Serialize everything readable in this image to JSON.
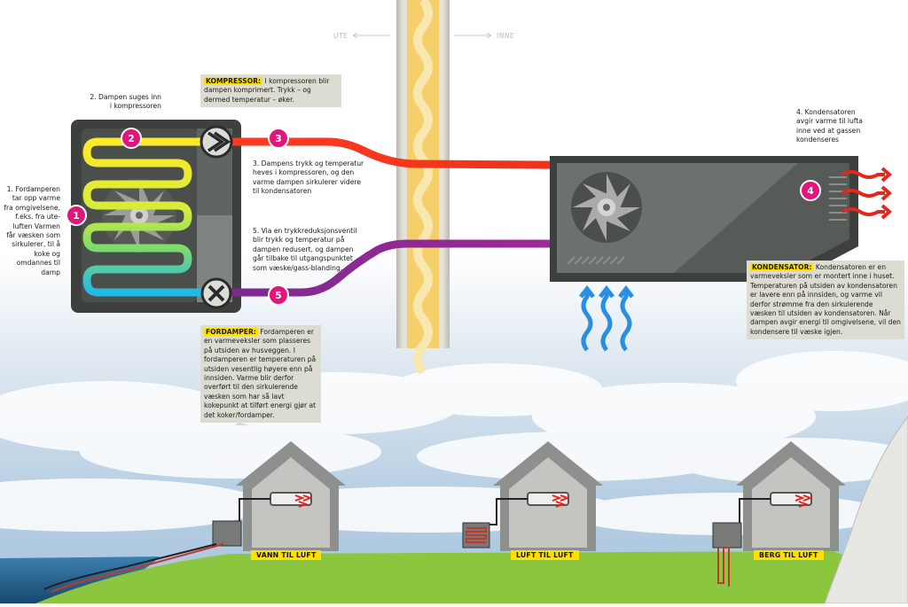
{
  "header": {
    "ute_label": "UTE",
    "inne_label": "INNE"
  },
  "steps": {
    "s1": "1. Fordamperen tar opp varme fra omgivelsene, f.eks. fra ute-luften Varmen får væsken som sirkulerer, til å koke og omdannes til damp",
    "s2": "2. Dampen suges inn i kompressoren",
    "s3": "3. Dampens trykk og temperatur heves i kompressoren, og den varme dampen sirkulerer videre til kondensatoren",
    "s4": "4. Kondensatoren avgir varme til lufta inne ved at gassen kondenseres",
    "s5": "5. Via en trykkreduksjonsventil blir trykk og temperatur på dampen redusert, og dampen går tilbake til utgangspunktet som væske/gass-blanding."
  },
  "notes": {
    "kompressor": {
      "title": "KOMPRESSOR:",
      "text": " I kompressoren blir dampen komprimert. Trykk – og dermed temperatur – øker."
    },
    "fordamper": {
      "title": "FORDAMPER:",
      "text": " Fordamperen er en varmeveksler som plasseres på utsiden av husveggen. I fordamperen er temperaturen på utsiden vesentlig høyere enn på innsiden. Varme blir derfor overført til den sirkulerende væsken som har så lavt kokepunkt at tilført energi gjør at det koker/fordamper."
    },
    "kondensator": {
      "title": "KONDENSATOR:",
      "text": " Kondensatoren er en varmeveksler som er montert inne i huset. Temperaturen på utsiden av kondensatoren er lavere enn på innsiden, og varme vil derfor strømme fra den sirkulerende væsken til utsiden av kondensatoren. Når dampen avgir energi til omgivelsene, vil den kondensere til væske igjen."
    }
  },
  "markers": [
    "1",
    "2",
    "3",
    "4",
    "5"
  ],
  "houses": [
    {
      "label": "VANN TIL LUFT"
    },
    {
      "label": "LUFT TIL LUFT"
    },
    {
      "label": "BERG TIL LUFT"
    }
  ],
  "colors": {
    "marker": "#e0167c",
    "hot_pipe": "#e52a14",
    "cool_pipe": "#8a2a9a",
    "label_yellow": "#ffe000",
    "heat_arrow": "#e5261b",
    "air_arrow": "#2a8fe0",
    "grass": "#8cc63f"
  },
  "icons": {
    "compressor": "chevron-right-icon",
    "valve": "x-icon",
    "fan": "fan-icon"
  }
}
